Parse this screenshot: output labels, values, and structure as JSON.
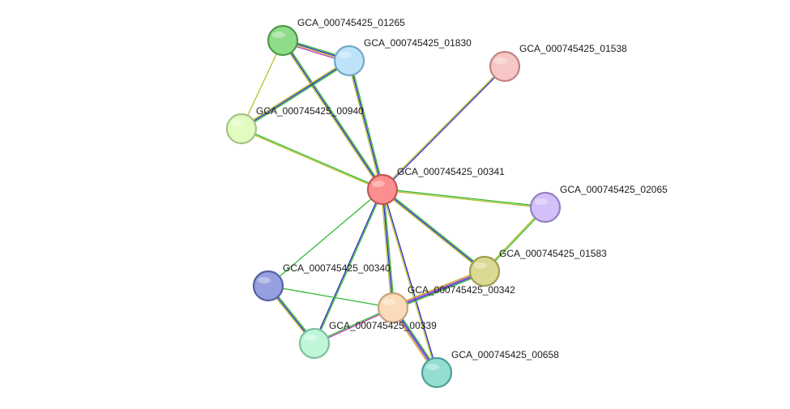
{
  "network": {
    "nodes": [
      {
        "id": "n00341",
        "label": "GCA_000745425_00341",
        "fill": "#fb8f8f",
        "stroke": "#c25555"
      },
      {
        "id": "n01265",
        "label": "GCA_000745425_01265",
        "fill": "#8fdc8a",
        "stroke": "#4e9a4a"
      },
      {
        "id": "n01830",
        "label": "GCA_000745425_01830",
        "fill": "#bde3f8",
        "stroke": "#74a8c8"
      },
      {
        "id": "n00940",
        "label": "GCA_000745425_00940",
        "fill": "#e2fbc0",
        "stroke": "#a4c286"
      },
      {
        "id": "n01538",
        "label": "GCA_000745425_01538",
        "fill": "#f7c7c5",
        "stroke": "#bf8482"
      },
      {
        "id": "n02065",
        "label": "GCA_000745425_02065",
        "fill": "#d3c0f8",
        "stroke": "#9480c0"
      },
      {
        "id": "n01583",
        "label": "GCA_000745425_01583",
        "fill": "#dcd992",
        "stroke": "#a09c52"
      },
      {
        "id": "n00340",
        "label": "GCA_000745425_00340",
        "fill": "#96a0e0",
        "stroke": "#5560a0"
      },
      {
        "id": "n00342",
        "label": "GCA_000745425_00342",
        "fill": "#fbdcba",
        "stroke": "#c7a17e"
      },
      {
        "id": "n00339",
        "label": "GCA_000745425_00339",
        "fill": "#bff6d8",
        "stroke": "#7cc09c"
      },
      {
        "id": "n00658",
        "label": "GCA_000745425_00658",
        "fill": "#93ddd3",
        "stroke": "#4f9f95"
      }
    ],
    "edges": [
      {
        "from": "n01265",
        "to": "n01830",
        "colors": [
          "#2fb82f",
          "#2727c8",
          "#bdbd2a",
          "#c23fc2"
        ]
      },
      {
        "from": "n01265",
        "to": "n00341",
        "colors": [
          "#2fb82f",
          "#2727c8",
          "#bdbd2a"
        ]
      },
      {
        "from": "n01265",
        "to": "n00940",
        "colors": [
          "#bdbd2a"
        ]
      },
      {
        "from": "n01830",
        "to": "n00940",
        "colors": [
          "#2fb82f",
          "#2727c8",
          "#bdbd2a"
        ]
      },
      {
        "from": "n01830",
        "to": "n00341",
        "colors": [
          "#2fb82f",
          "#2727c8",
          "#bdbd2a"
        ]
      },
      {
        "from": "n00940",
        "to": "n00341",
        "colors": [
          "#2fb82f",
          "#bdbd2a"
        ]
      },
      {
        "from": "n01538",
        "to": "n00341",
        "colors": [
          "#2727c8",
          "#bdbd2a"
        ]
      },
      {
        "from": "n00341",
        "to": "n02065",
        "colors": [
          "#2fb82f",
          "#bdbd2a"
        ]
      },
      {
        "from": "n00341",
        "to": "n01583",
        "colors": [
          "#2fb82f",
          "#2727c8",
          "#bdbd2a"
        ]
      },
      {
        "from": "n02065",
        "to": "n01583",
        "colors": [
          "#2fb82f",
          "#bdbd2a"
        ]
      },
      {
        "from": "n00341",
        "to": "n00340",
        "colors": [
          "#2fb82f"
        ]
      },
      {
        "from": "n00341",
        "to": "n00339",
        "colors": [
          "#2fb82f",
          "#2727c8"
        ]
      },
      {
        "from": "n00341",
        "to": "n00342",
        "colors": [
          "#2fb82f",
          "#2727c8",
          "#bdbd2a"
        ]
      },
      {
        "from": "n00341",
        "to": "n00658",
        "colors": [
          "#2727c8",
          "#bdbd2a"
        ]
      },
      {
        "from": "n00340",
        "to": "n00339",
        "colors": [
          "#2fb82f",
          "#2727c8",
          "#bdbd2a"
        ]
      },
      {
        "from": "n00340",
        "to": "n00342",
        "colors": [
          "#2fb82f"
        ]
      },
      {
        "from": "n01583",
        "to": "n00342",
        "colors": [
          "#2fb82f",
          "#2727c8",
          "#c23fc2",
          "#bdbd2a"
        ]
      },
      {
        "from": "n00342",
        "to": "n00339",
        "colors": [
          "#c23fc2",
          "#2fb82f"
        ]
      },
      {
        "from": "n00342",
        "to": "n00658",
        "colors": [
          "#2fb82f",
          "#2727c8",
          "#c23fc2",
          "#bdbd2a"
        ]
      }
    ]
  }
}
